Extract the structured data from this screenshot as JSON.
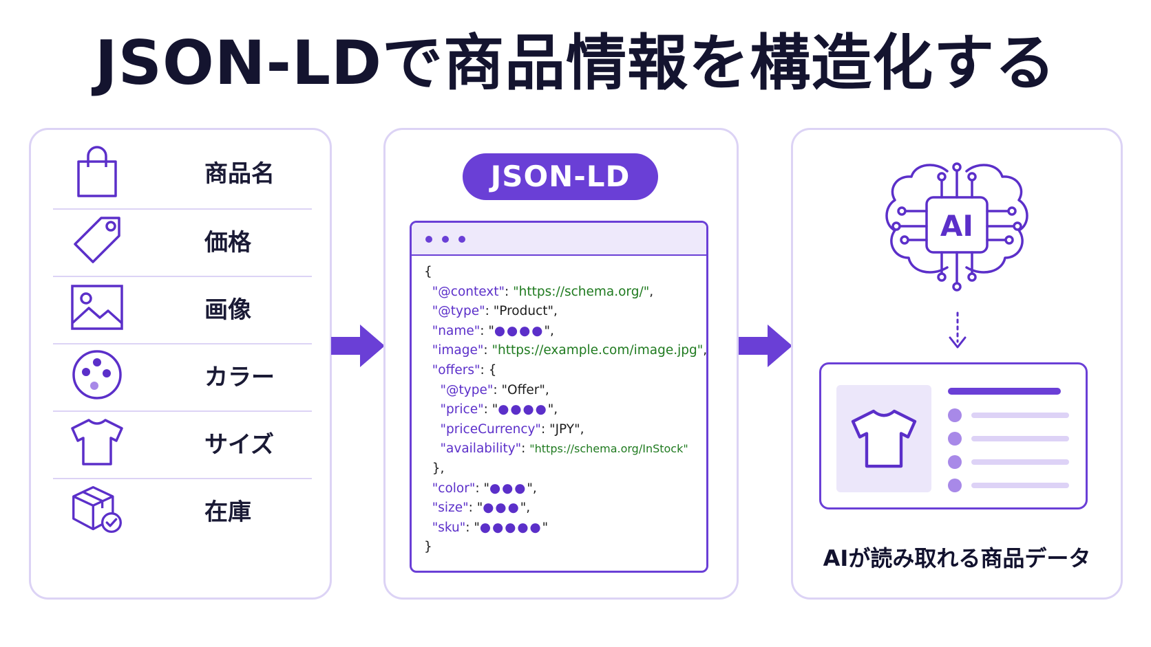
{
  "title": "JSON-LDで商品情報を構造化する",
  "left_panel": {
    "items": [
      {
        "label": "商品名",
        "icon": "shopping-bag-icon"
      },
      {
        "label": "価格",
        "icon": "price-tag-icon"
      },
      {
        "label": "画像",
        "icon": "image-icon"
      },
      {
        "label": "カラー",
        "icon": "color-palette-icon"
      },
      {
        "label": "サイズ",
        "icon": "t-shirt-icon"
      },
      {
        "label": "在庫",
        "icon": "box-check-icon"
      }
    ]
  },
  "center_panel": {
    "badge": "JSON-LD",
    "code": {
      "open": "{",
      "context_key": "\"@context\"",
      "context_val": "\"https://schema.org/\"",
      "type_key": "\"@type\"",
      "type_val": "\"Product\"",
      "name_key": "\"name\"",
      "name_val": "●●●●",
      "image_key": "\"image\"",
      "image_val": "\"https://example.com/image.jpg\"",
      "offers_key": "\"offers\"",
      "offer_type_key": "\"@type\"",
      "offer_type_val": "\"Offer\"",
      "price_key": "\"price\"",
      "price_val": "●●●●",
      "currency_key": "\"priceCurrency\"",
      "currency_val": "\"JPY\"",
      "availability_key": "\"availability\"",
      "availability_val": "\"https://schema.org/InStock\"",
      "offers_close": "},",
      "color_key": "\"color\"",
      "color_val": "●●●",
      "size_key": "\"size\"",
      "size_val": "●●●",
      "sku_key": "\"sku\"",
      "sku_val": "●●●●●",
      "close": "}"
    }
  },
  "right_panel": {
    "ai_label": "AI",
    "caption": "AIが読み取れる商品データ"
  },
  "colors": {
    "accent": "#6a3fd6",
    "panel_border": "#dcd3f5",
    "light_fill": "#ece7fa",
    "string_green": "#1f7a1f"
  }
}
